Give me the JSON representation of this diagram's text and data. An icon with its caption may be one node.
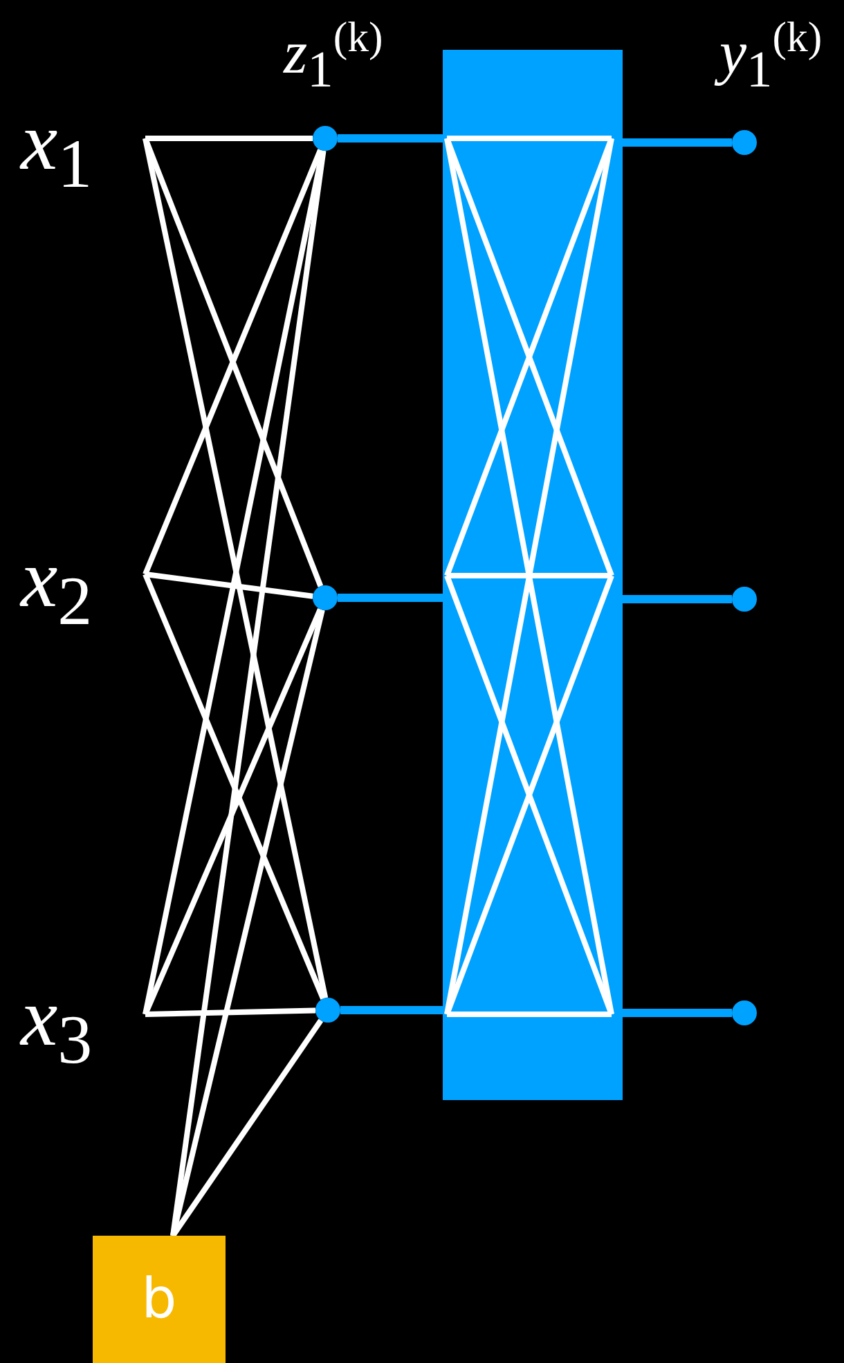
{
  "diagram": {
    "nodes": [
      {
        "text": [
          "x$_{1}$"
        ]
      },
      {
        "text": [
          "x$_{2}$"
        ]
      },
      {
        "text": [
          "x$_{3}$"
        ]
      },
      {
        "text": [
          "z$_{1}$$^{(k)}$"
        ]
      },
      {
        "text": [],
        "shape": "circle"
      },
      {
        "text": [],
        "shape": "circle"
      },
      {
        "text": [],
        "shape": "box"
      },
      {
        "text": [
          "y$_{1}$$^{(k)}$"
        ]
      },
      {
        "text": [],
        "shape": "circle"
      },
      {
        "text": [],
        "shape": "circle"
      },
      {
        "text": [
          "b"
        ]
      }
    ],
    "edges": [
      {
        "from": 0,
        "to": 3,
        "arrow": "none"
      },
      {
        "from": 0,
        "to": 4,
        "arrow": "none"
      },
      {
        "from": 0,
        "to": 5,
        "arrow": "none"
      },
      {
        "from": 1,
        "to": 3,
        "arrow": "none"
      },
      {
        "from": 1,
        "to": 4,
        "arrow": "none"
      },
      {
        "from": 1,
        "to": 5,
        "arrow": "none"
      },
      {
        "from": 2,
        "to": 3,
        "arrow": "none"
      },
      {
        "from": 2,
        "to": 4,
        "arrow": "none"
      },
      {
        "from": 2,
        "to": 5,
        "arrow": "none"
      },
      {
        "from": 10,
        "to": 3,
        "arrow": "none"
      },
      {
        "from": 10,
        "to": 4,
        "arrow": "none"
      },
      {
        "from": 10,
        "to": 5,
        "arrow": "none"
      },
      {
        "from": 3,
        "to": 6,
        "arrow": "none",
        "color": "#00a2ff"
      },
      {
        "from": 4,
        "to": 6,
        "arrow": "none",
        "color": "#00a2ff"
      },
      {
        "from": 5,
        "to": 6,
        "arrow": "none",
        "color": "#00a2ff"
      },
      {
        "from": 6,
        "to": 7,
        "arrow": "none",
        "color": "#00a2ff"
      },
      {
        "from": 6,
        "to": 8,
        "arrow": "none",
        "color": "#00a2ff"
      },
      {
        "from": 6,
        "to": 9,
        "arrow": "none",
        "color": "#00a2ff"
      }
    ]
  }
}
